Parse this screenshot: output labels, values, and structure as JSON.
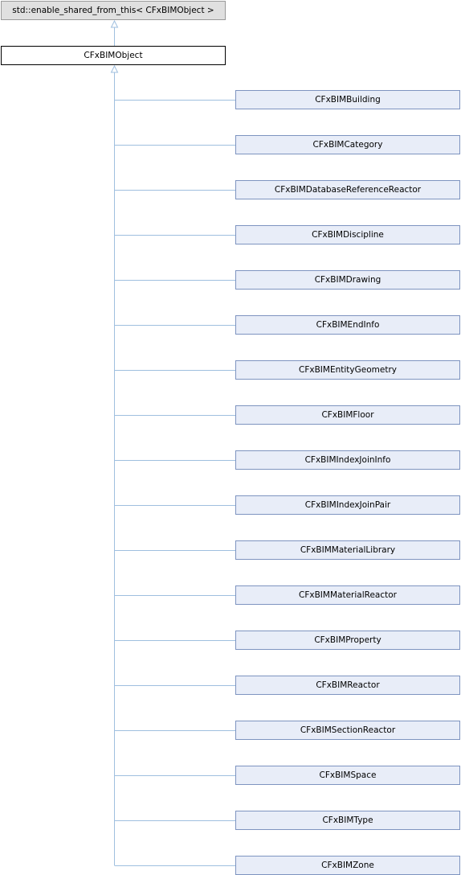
{
  "diagram": {
    "base_class": "std::enable_shared_from_this< CFxBIMObject >",
    "class": "CFxBIMObject",
    "derived_classes": [
      "CFxBIMBuilding",
      "CFxBIMCategory",
      "CFxBIMDatabaseReferenceReactor",
      "CFxBIMDiscipline",
      "CFxBIMDrawing",
      "CFxBIMEndInfo",
      "CFxBIMEntityGeometry",
      "CFxBIMFloor",
      "CFxBIMIndexJoinInfo",
      "CFxBIMIndexJoinPair",
      "CFxBIMMaterialLibrary",
      "CFxBIMMaterialReactor",
      "CFxBIMProperty",
      "CFxBIMReactor",
      "CFxBIMSectionReactor",
      "CFxBIMSpace",
      "CFxBIMType",
      "CFxBIMZone"
    ],
    "colors": {
      "edge": "#9fbfdf",
      "base_fill": "#e0e0e0",
      "main_fill": "#ffffff",
      "child_fill": "#e8edf8",
      "child_border": "#7e94c0"
    }
  }
}
